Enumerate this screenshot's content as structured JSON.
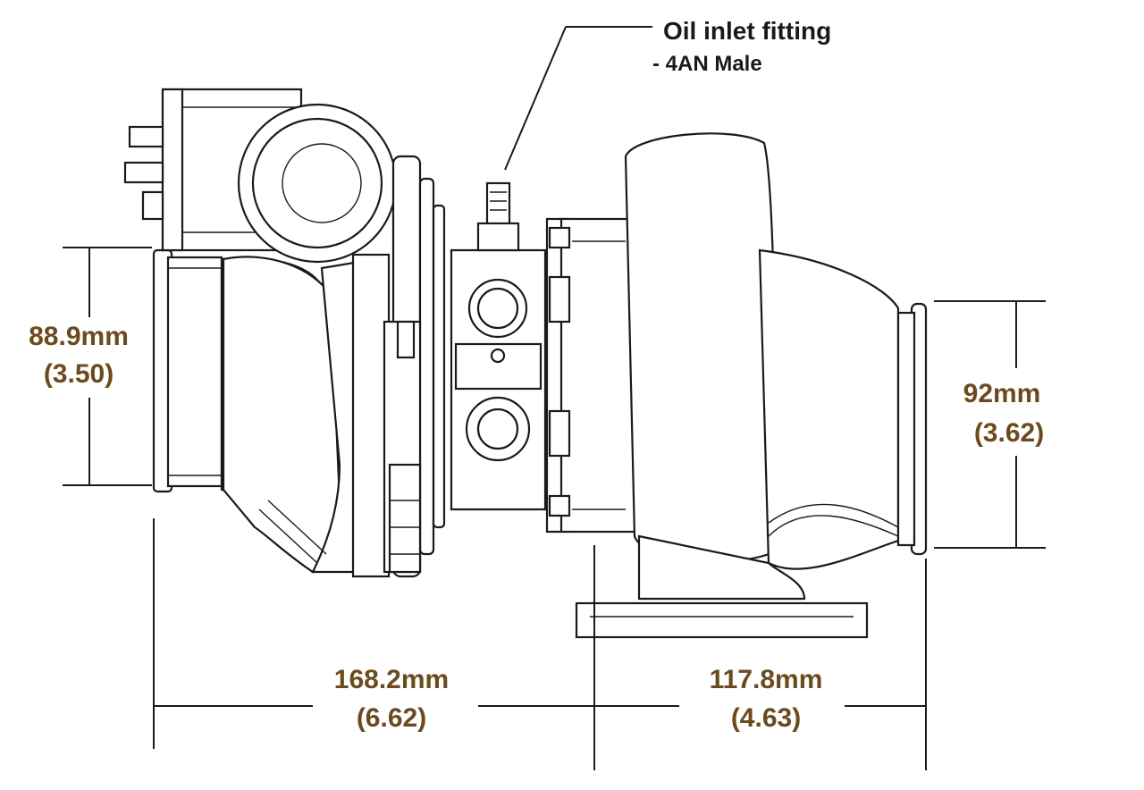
{
  "callout": {
    "line1": "Oil inlet fitting",
    "line2": "- 4AN Male"
  },
  "dimensions": {
    "inlet_height": {
      "mm": "88.9mm",
      "inch": "(3.50)"
    },
    "outlet_height": {
      "mm": "92mm",
      "inch": "(3.62)"
    },
    "compressor_length": {
      "mm": "168.2mm",
      "inch": "(6.62)"
    },
    "turbine_length": {
      "mm": "117.8mm",
      "inch": "(4.63)"
    }
  },
  "colors": {
    "dimension_text": "#6b4a1e",
    "line": "#1a1a1a",
    "background": "#ffffff"
  }
}
